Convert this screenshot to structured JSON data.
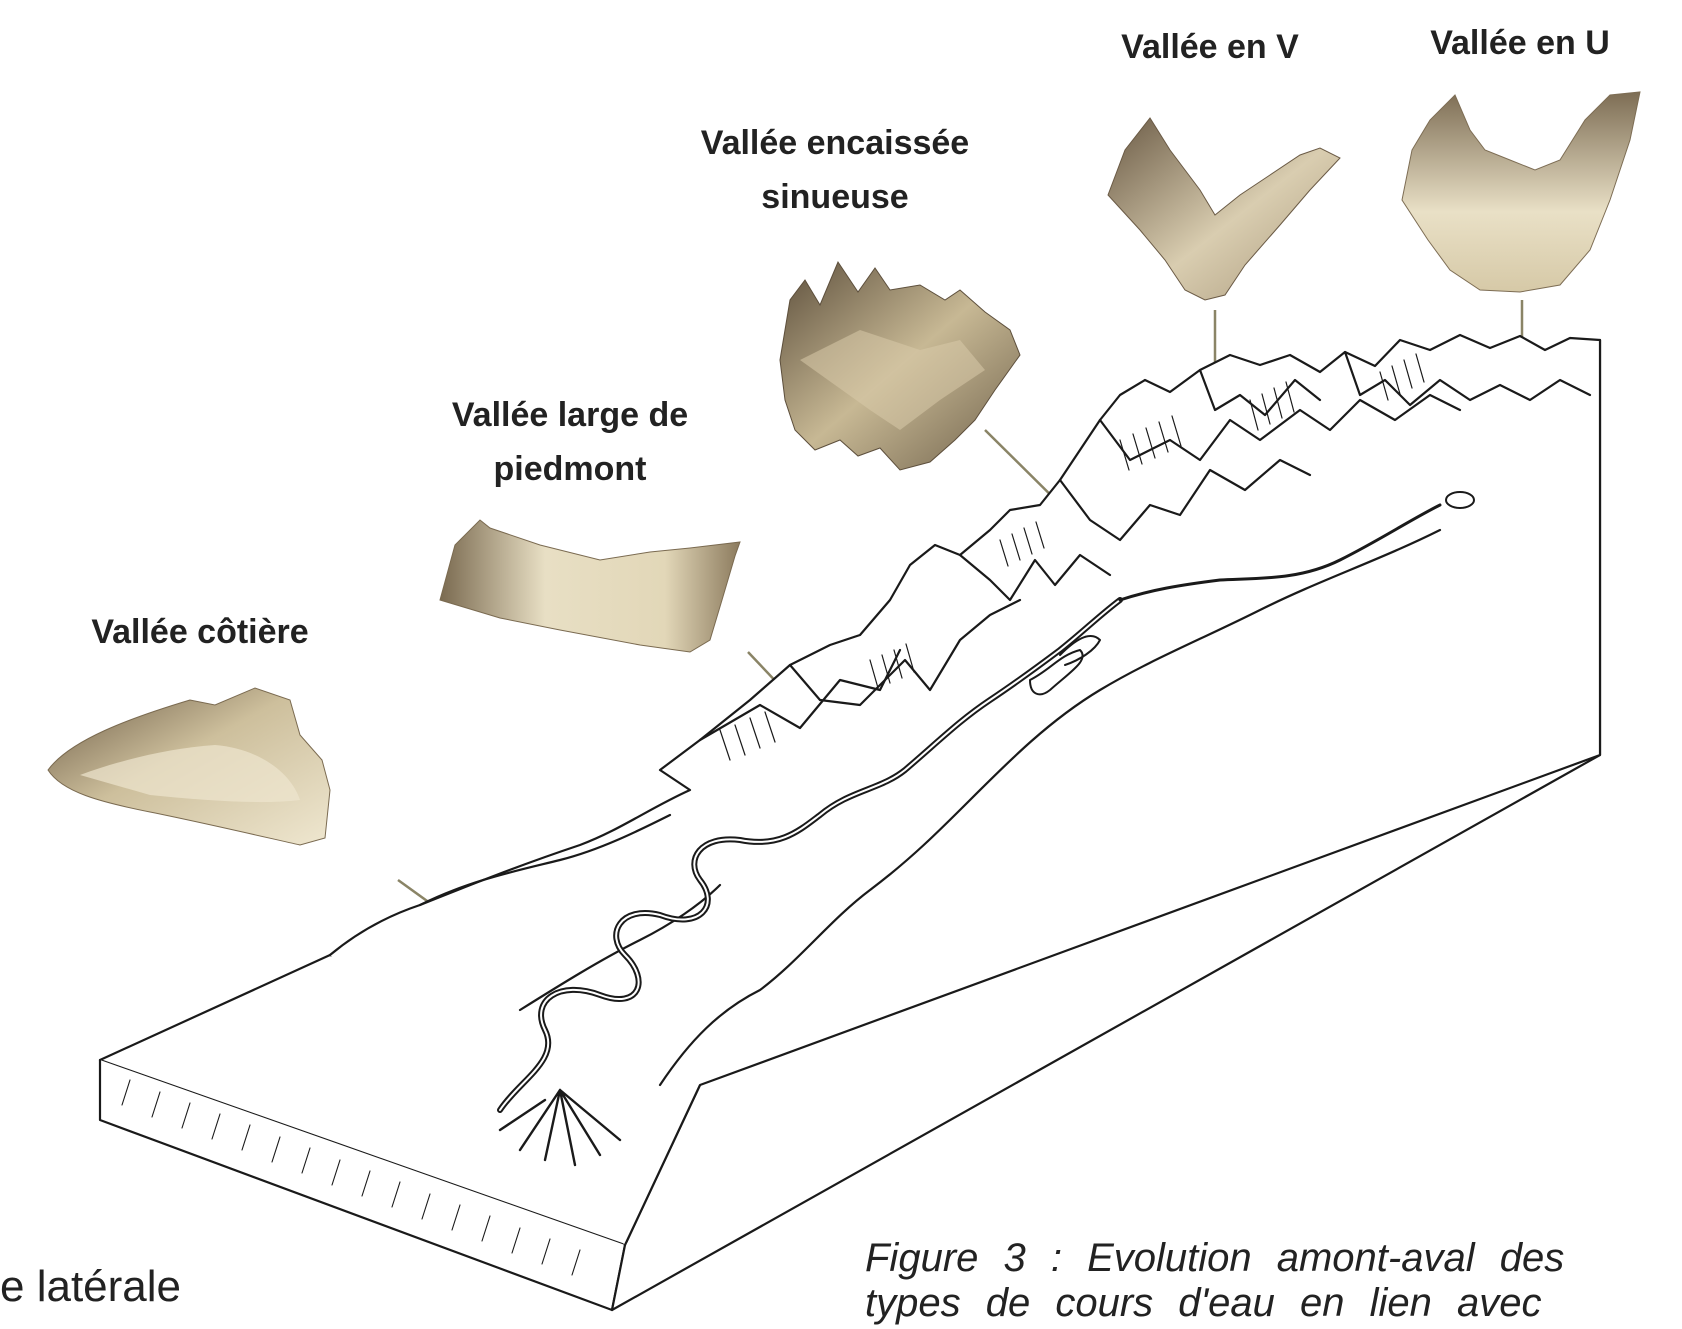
{
  "labels": {
    "coastal": "Vallée côtière",
    "piedmont_1": "Vallée large de",
    "piedmont_2": "piedmont",
    "sinuous_1": "Vallée encaissée",
    "sinuous_2": "sinueuse",
    "v_valley": "Vallée en V",
    "u_valley": "Vallée en U"
  },
  "caption": {
    "line1": "Figure 3 : Evolution amont-aval des",
    "line2": "types de cours d'eau en lien avec"
  },
  "side_text": "e latérale",
  "colors": {
    "ink": "#1a1a1a",
    "terrain_light": "#e6dcc0",
    "terrain_mid": "#bfae89",
    "terrain_dark": "#6b5a44",
    "leader": "#8a8466"
  }
}
